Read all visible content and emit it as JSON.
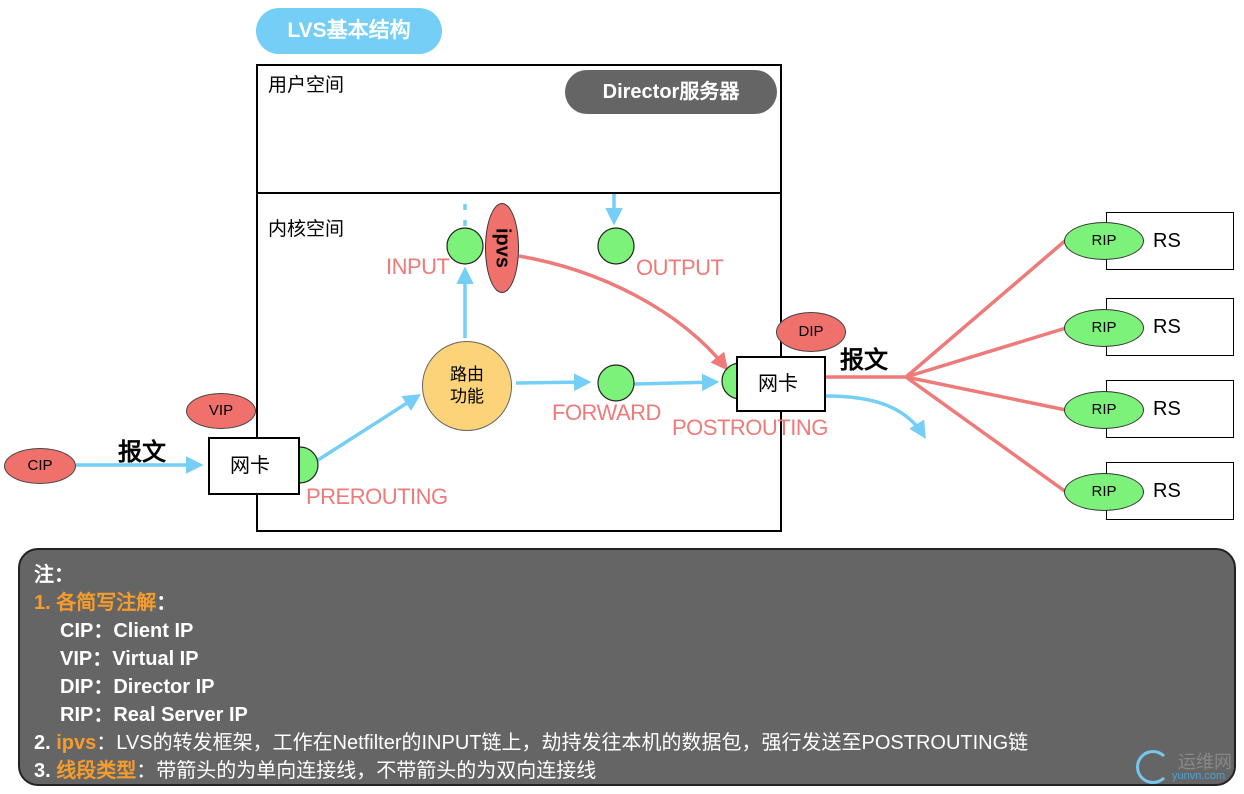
{
  "title": "LVS基本结构",
  "user_space_label": "用户空间",
  "kernel_space_label": "内核空间",
  "director_label": "Director服务器",
  "pills": {
    "cip": "CIP",
    "vip": "VIP",
    "dip": "DIP",
    "ipvs": "ipvs"
  },
  "nic_label": "网卡",
  "message_label": "报文",
  "routing_label_line1": "路由",
  "routing_label_line2": "功能",
  "hooks": {
    "input": "INPUT",
    "output": "OUTPUT",
    "forward": "FORWARD",
    "postrouting": "POSTROUTING",
    "prerouting": "PREROUTING"
  },
  "real_servers": [
    {
      "rip": "RIP",
      "label": "RS"
    },
    {
      "rip": "RIP",
      "label": "RS"
    },
    {
      "rip": "RIP",
      "label": "RS"
    },
    {
      "rip": "RIP",
      "label": "RS"
    }
  ],
  "colors": {
    "blue": "#74cef6",
    "red": "#ee7b79",
    "green": "#7cf27a",
    "orange": "#f59c2d",
    "gray": "#656565"
  },
  "note": {
    "heading": "注：",
    "item1_title": "1. 各简写注解",
    "item1_colon": "：",
    "abbr": [
      {
        "key": "CIP",
        "sep": "：",
        "value": "Client IP"
      },
      {
        "key": "VIP",
        "sep": "：",
        "value": "Virtual IP"
      },
      {
        "key": "DIP",
        "sep": "：",
        "value": "Director IP"
      },
      {
        "key": "RIP",
        "sep": "：",
        "value": "Real Server IP"
      }
    ],
    "item2_num": "2. ",
    "item2_key": "ipvs",
    "item2_text": "：LVS的转发框架，工作在Netfilter的INPUT链上，劫持发往本机的数据包，强行发送至POSTROUTING链",
    "item3_num": "3. ",
    "item3_key": "线段类型",
    "item3_text": "：带箭头的为单向连接线，不带箭头的为双向连接线"
  },
  "watermark": {
    "title": "运维网",
    "sub": "yunvn.com"
  }
}
